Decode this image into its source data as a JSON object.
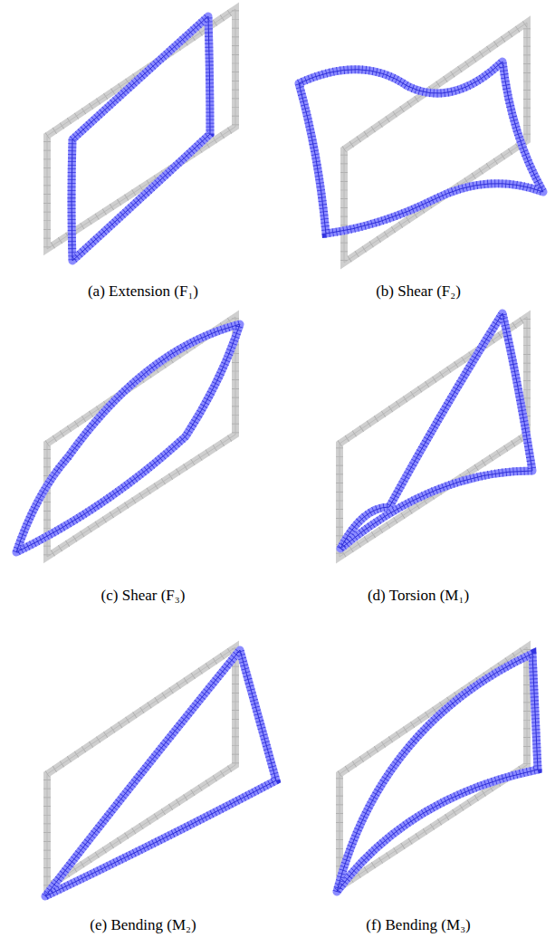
{
  "diagram": {
    "labels": [
      "(a) Extension (F₁)",
      "(b) Shear (F₂)",
      "(c) Shear (F₃)",
      "(d) Torsion (M₁)",
      "(e) Bending (M₂)",
      "(f) Bending (M₃)"
    ]
  }
}
